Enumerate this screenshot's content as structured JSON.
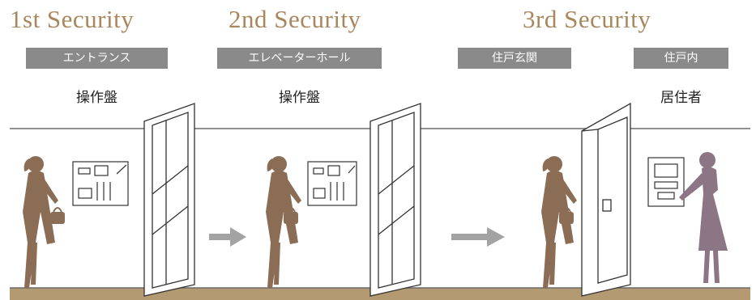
{
  "stages": [
    {
      "title": "1st Security",
      "tag": "エントランス",
      "caption": "操作盤"
    },
    {
      "title": "2nd Security",
      "tag": "エレベーターホール",
      "caption": "操作盤"
    },
    {
      "title": "3rd Security",
      "tags": [
        {
          "tag": "住戸玄関",
          "caption": ""
        },
        {
          "tag": "住戸内",
          "caption": "居住者"
        }
      ]
    }
  ],
  "colors": {
    "title": "#a8875d",
    "tag_bg": "#8a8a8a",
    "figure": "#8b6d55",
    "resident": "#8c7584",
    "floor": "#b49a72",
    "arrow": "#a3a3a3",
    "line": "#6b6b6b"
  }
}
